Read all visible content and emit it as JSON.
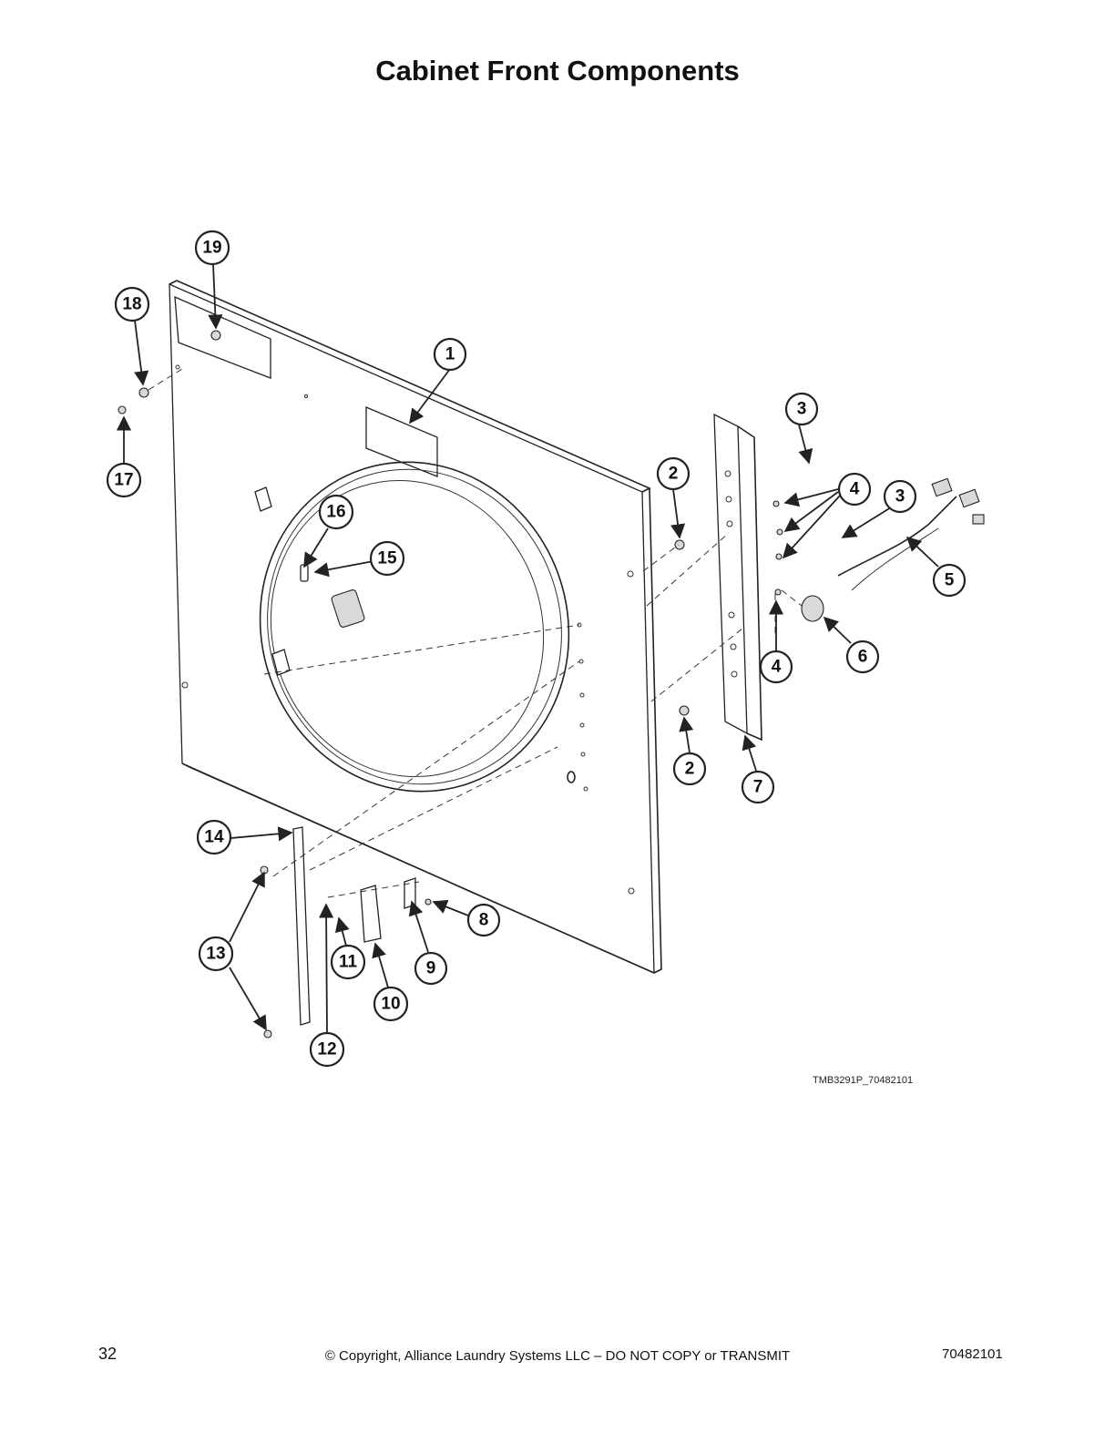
{
  "title": "Cabinet Front Components",
  "figure_id": "TMB3291P_70482101",
  "callouts": [
    {
      "id": "1"
    },
    {
      "id": "2"
    },
    {
      "id": "2"
    },
    {
      "id": "3"
    },
    {
      "id": "3"
    },
    {
      "id": "4"
    },
    {
      "id": "4"
    },
    {
      "id": "5"
    },
    {
      "id": "6"
    },
    {
      "id": "7"
    },
    {
      "id": "8"
    },
    {
      "id": "9"
    },
    {
      "id": "10"
    },
    {
      "id": "11"
    },
    {
      "id": "12"
    },
    {
      "id": "13"
    },
    {
      "id": "14"
    },
    {
      "id": "15"
    },
    {
      "id": "16"
    },
    {
      "id": "17"
    },
    {
      "id": "18"
    },
    {
      "id": "19"
    }
  ],
  "footer": {
    "page_number": "32",
    "copyright": "© Copyright, Alliance Laundry Systems LLC – DO NOT COPY or TRANSMIT",
    "doc_number": "70482101"
  }
}
